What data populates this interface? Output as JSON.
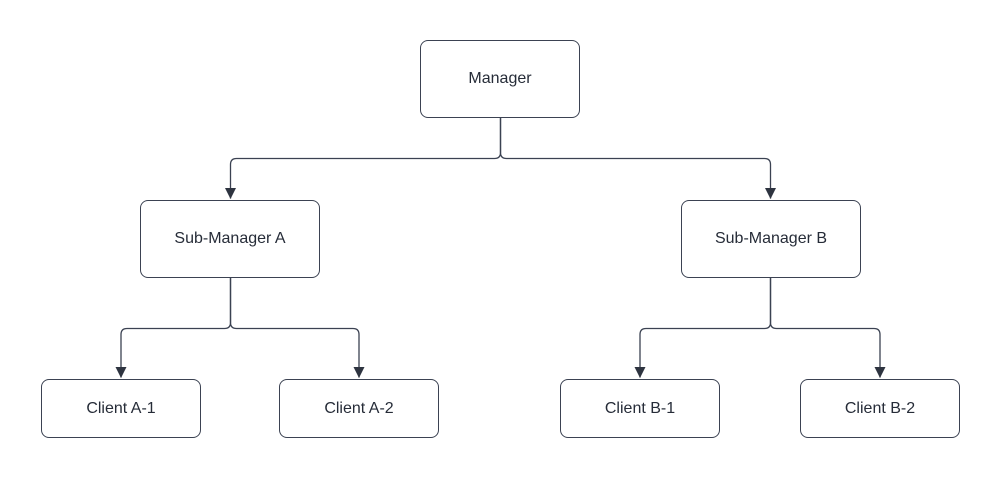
{
  "diagram": {
    "type": "org-hierarchy-tree",
    "nodes": {
      "manager": {
        "label": "Manager",
        "level": 1
      },
      "sub_a": {
        "label": "Sub-Manager A",
        "level": 2
      },
      "sub_b": {
        "label": "Sub-Manager B",
        "level": 2
      },
      "client_a1": {
        "label": "Client A-1",
        "level": 3
      },
      "client_a2": {
        "label": "Client A-2",
        "level": 3
      },
      "client_b1": {
        "label": "Client B-1",
        "level": 3
      },
      "client_b2": {
        "label": "Client B-2",
        "level": 3
      }
    },
    "edges": [
      {
        "from": "manager",
        "to": "sub_a"
      },
      {
        "from": "manager",
        "to": "sub_b"
      },
      {
        "from": "sub_a",
        "to": "client_a1"
      },
      {
        "from": "sub_a",
        "to": "client_a2"
      },
      {
        "from": "sub_b",
        "to": "client_b1"
      },
      {
        "from": "sub_b",
        "to": "client_b2"
      }
    ],
    "colors": {
      "node_fill": "#ffffff",
      "node_border": "#3b4252",
      "connector": "#3b4252",
      "arrowhead": "#2e3440",
      "text": "#262c38",
      "background": "#ffffff"
    }
  }
}
